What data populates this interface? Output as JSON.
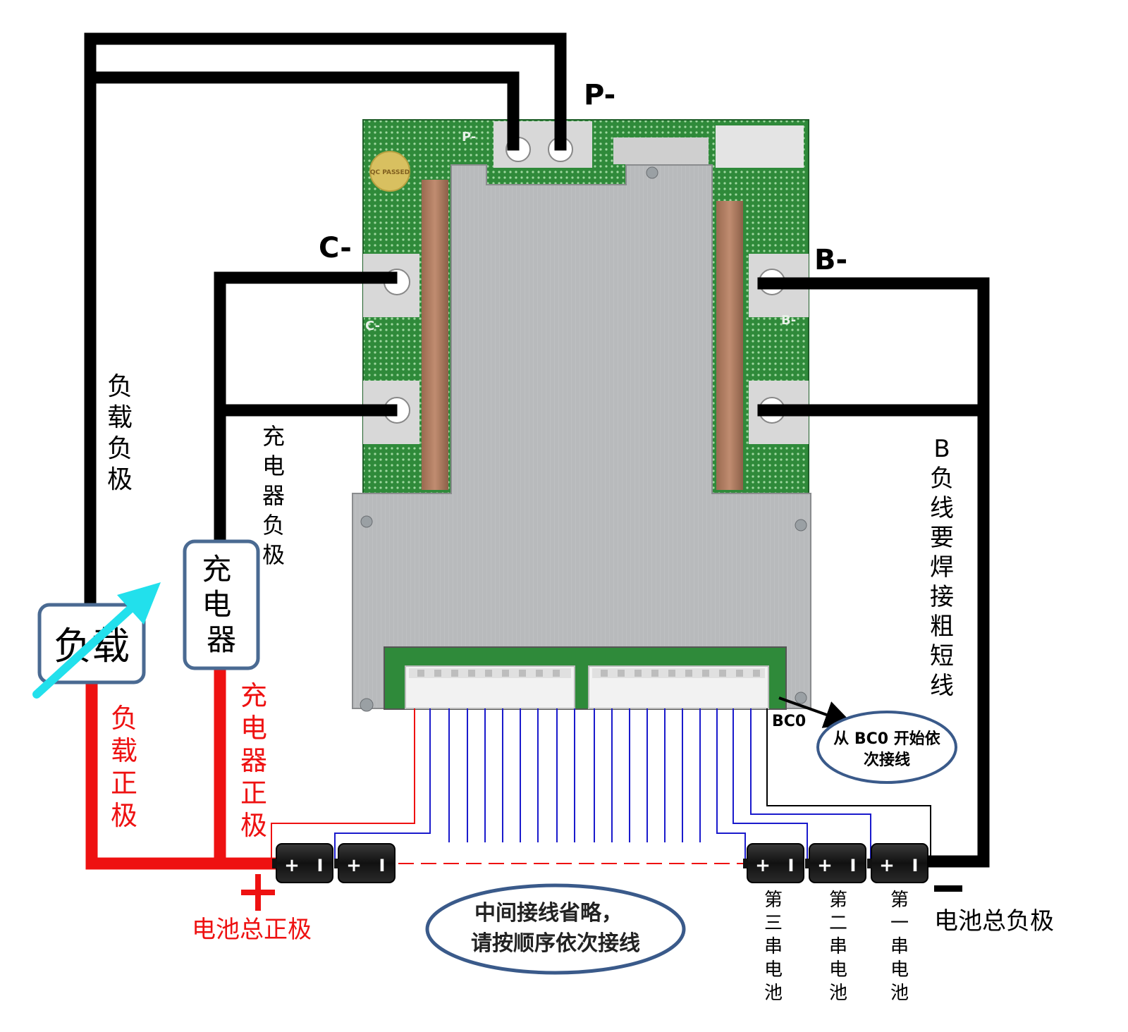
{
  "terminals": {
    "p_minus": "P-",
    "c_minus": "C-",
    "b_minus": "B-",
    "board_p_minus": "P-",
    "board_c_minus": "C-",
    "board_b_minus": "B-",
    "bc0": "BC0",
    "qc_stamp": "QC PASSED"
  },
  "components": {
    "load": "负载",
    "charger": "充电器"
  },
  "labels": {
    "load_negative": "负载负极",
    "charger_negative": "充电器负极",
    "b_negative_note": "B负线要焊接粗短线",
    "load_positive": "负载正极",
    "charger_positive": "充电器正极",
    "battery_total_positive": "电池总正极",
    "battery_total_negative": "电池总负极",
    "plus_sign": "+",
    "minus_sign": "—",
    "cell_plus": "+",
    "cell_minus": "I"
  },
  "cells": {
    "third": "第三串电池",
    "second": "第二串电池",
    "first": "第一串电池"
  },
  "callouts": {
    "bc0_start": [
      "从 BC0 开始依",
      "次接线"
    ],
    "middle_omitted": [
      "中间接线省略，",
      "请按顺序依次接线"
    ]
  },
  "colors": {
    "wire_black": "#000000",
    "wire_red": "#ee1111",
    "wire_blue": "#1a1acc",
    "pcb_green": "#2f8a3a",
    "heatsink": "#b4b6b8",
    "arrow_cyan": "#22e0ec",
    "box_border": "#4a6a92"
  }
}
